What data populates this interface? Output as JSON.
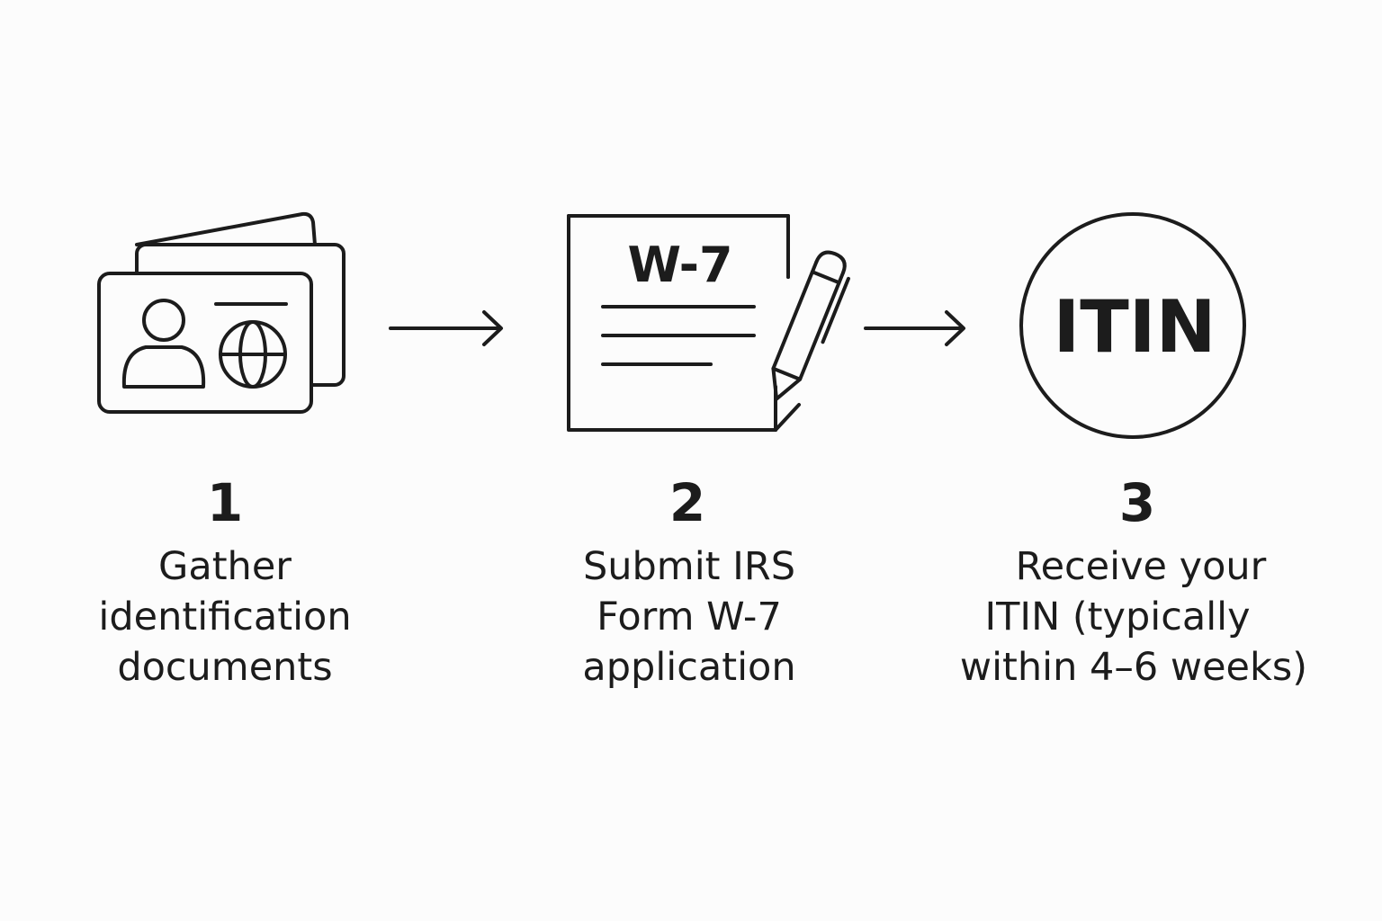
{
  "steps": [
    {
      "number": "1",
      "icon": "id-cards-icon",
      "label_lines": [
        "Gather",
        "identification",
        "documents"
      ]
    },
    {
      "number": "2",
      "icon": "form-w7-with-pen-icon",
      "icon_text": "W-7",
      "label_lines": [
        "Submit IRS",
        "Form W-7",
        "application"
      ]
    },
    {
      "number": "3",
      "icon": "itin-circle-icon",
      "icon_text": "ITIN",
      "label_lines": [
        "Receive your",
        "ITIN (typically",
        "within 4–6 weeks)"
      ]
    }
  ],
  "connectors": [
    "arrow-right-icon",
    "arrow-right-icon"
  ],
  "colors": {
    "background": "#fcfcfc",
    "ink": "#1c1c1c"
  }
}
